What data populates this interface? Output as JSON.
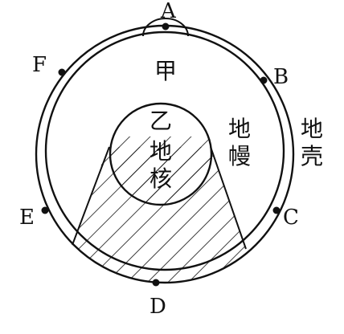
{
  "diagram": {
    "points": [
      {
        "id": "A",
        "label": "A"
      },
      {
        "id": "B",
        "label": "B"
      },
      {
        "id": "C",
        "label": "C"
      },
      {
        "id": "D",
        "label": "D"
      },
      {
        "id": "E",
        "label": "E"
      },
      {
        "id": "F",
        "label": "F"
      }
    ],
    "layers": {
      "crust": "地壳",
      "mantle": "地幔",
      "core": "地核"
    },
    "zones": {
      "jia": "甲",
      "yi": "乙"
    },
    "colors": {
      "ink": "#111111",
      "background": "#ffffff"
    }
  }
}
